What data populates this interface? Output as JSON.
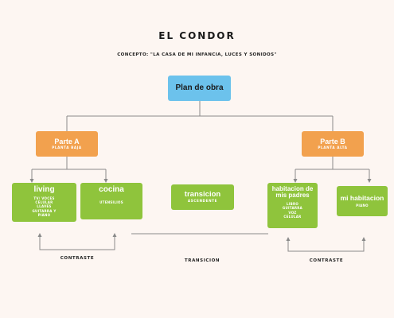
{
  "title": "EL CONDOR",
  "concept": "CONCEPTO: \"LA CASA DE MI INFANCIA, LUCES Y SONIDOS\"",
  "root": {
    "label": "Plan de obra"
  },
  "part_a": {
    "label": "Parte A",
    "sub": "PLANTA BAJA"
  },
  "part_b": {
    "label": "Parte B",
    "sub": "PLANTA ALTA"
  },
  "living": {
    "label": "living",
    "items": [
      "TV/ VOCES",
      "CELULAR",
      "LLAVES",
      "GUITARRA Y",
      "PIANO"
    ]
  },
  "cocina": {
    "label": "cocina",
    "items": [
      "UTENSILIOS"
    ]
  },
  "transicion": {
    "label": "transicion",
    "sub": "ASCENDENTE"
  },
  "habitacion_padres": {
    "label": "habitacion de mis padres",
    "items": [
      "LIBRO",
      "GUITARRA",
      "VOZ",
      "CELULAR"
    ]
  },
  "mi_habitacion": {
    "label": "mi habitacion",
    "items": [
      "PIANO"
    ]
  },
  "bottom": {
    "contraste_left": "CONTRASTE",
    "transicion": "TRANSICION",
    "contraste_right": "CONTRASTE"
  },
  "colors": {
    "root": "#6cc2ec",
    "part": "#f2a14e",
    "leaf": "#8fc43c",
    "line": "#8a8a8a"
  }
}
